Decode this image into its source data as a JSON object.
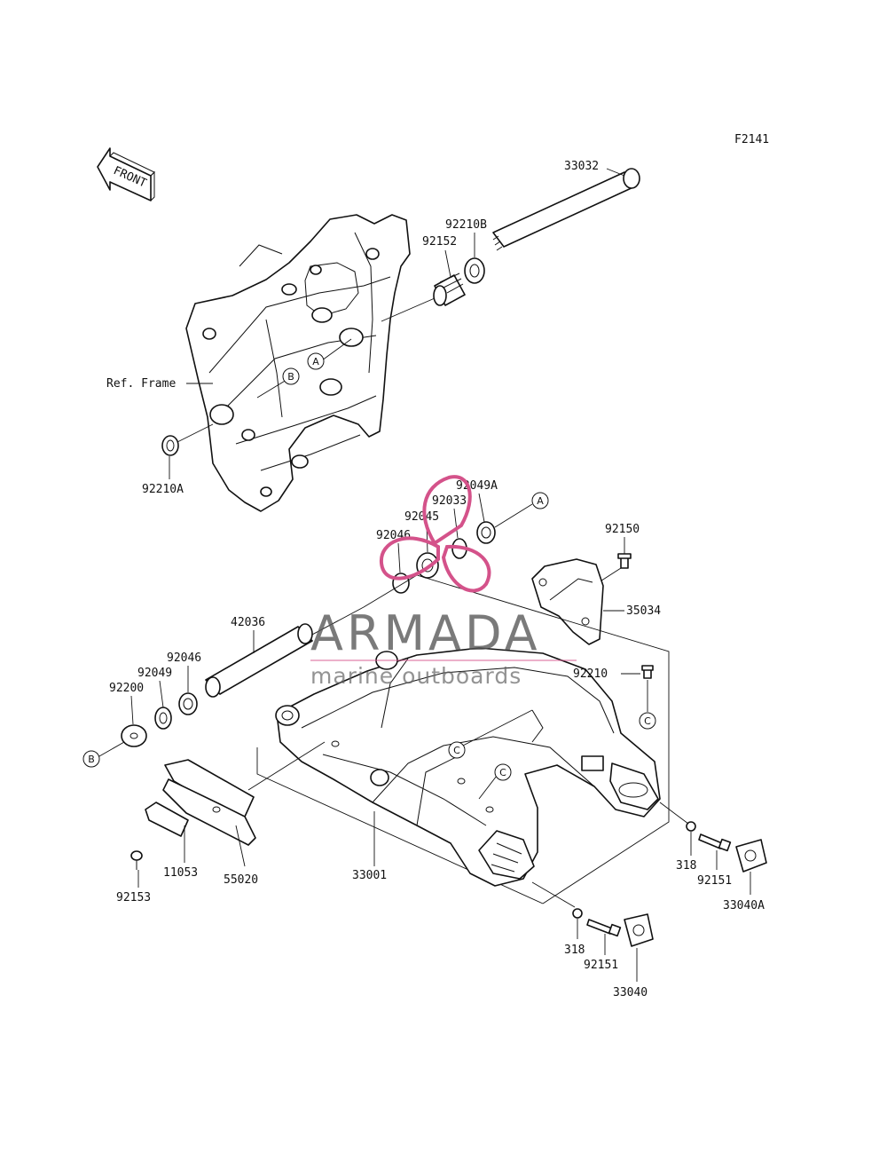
{
  "figure_code": "F2141",
  "front_arrow_text": "FRONT",
  "watermark": {
    "brand": "ARMADA",
    "tagline": "marine outboards",
    "accent_color": "#d4528a"
  },
  "ref_frame_label": "Ref. Frame",
  "callouts": {
    "a": "A",
    "b": "B",
    "c": "C"
  },
  "parts": {
    "p33032": "33032",
    "p92210B": "92210B",
    "p92152": "92152",
    "p92210A": "92210A",
    "p92049A": "92049A",
    "p92033": "92033",
    "p92045": "92045",
    "p92046_top": "92046",
    "p92150": "92150",
    "p35034": "35034",
    "p42036": "42036",
    "p92046_left": "92046",
    "p92049": "92049",
    "p92200": "92200",
    "p92210": "92210",
    "p11053": "11053",
    "p55020": "55020",
    "p92153": "92153",
    "p33001": "33001",
    "p318_right": "318",
    "p92151_right": "92151",
    "p33040A": "33040A",
    "p318_bottom": "318",
    "p92151_bottom": "92151",
    "p33040": "33040"
  }
}
